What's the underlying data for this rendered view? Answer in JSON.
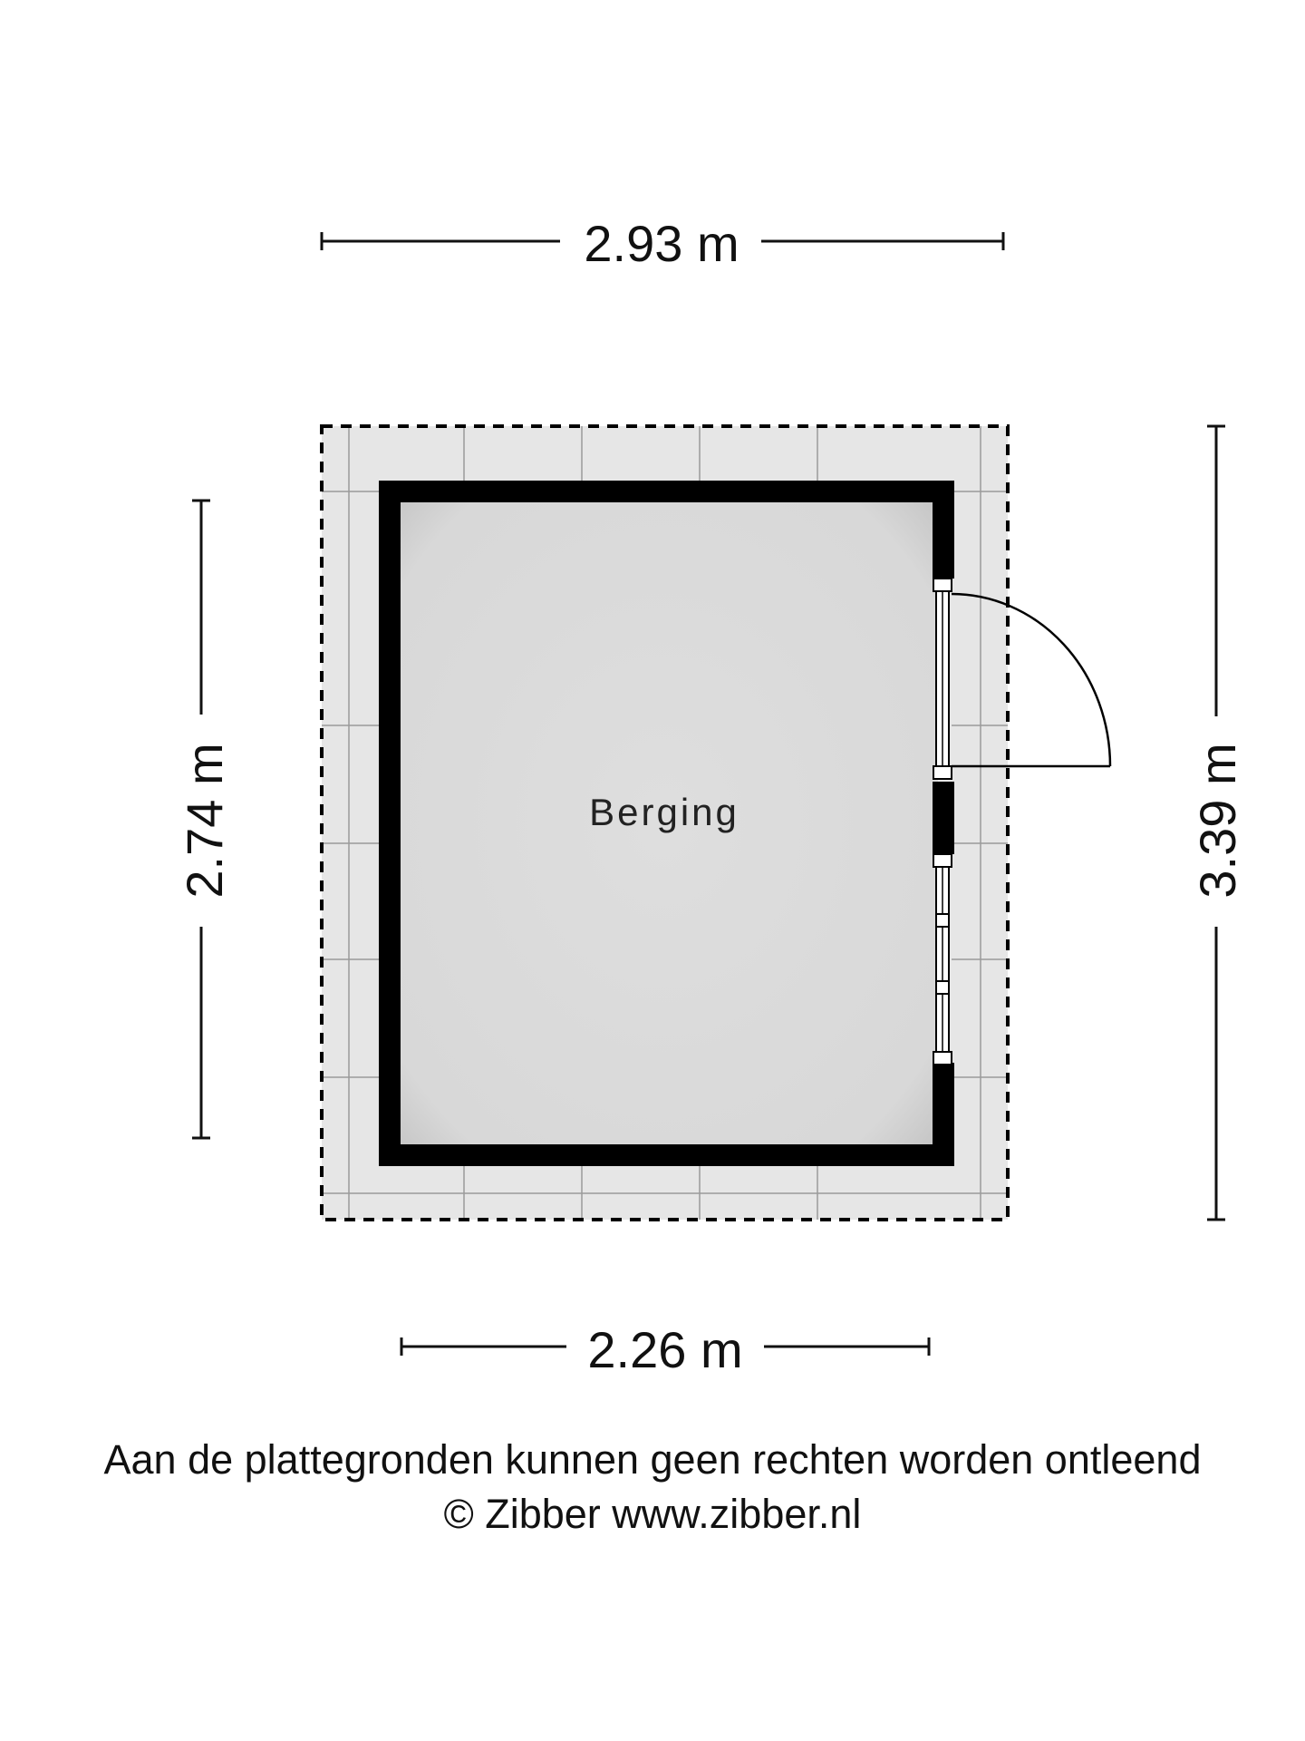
{
  "dimensions": {
    "top_width": "2.93 m",
    "bottom_width": "2.26 m",
    "left_height": "2.74 m",
    "right_height": "3.39 m"
  },
  "room": {
    "name": "Berging"
  },
  "footer": {
    "disclaimer": "Aan de plattegronden kunnen geen rechten worden ontleend",
    "copyright": "© Zibber www.zibber.nl"
  },
  "colors": {
    "wall": "#000000",
    "room_fill": "#dcdcdc",
    "terrace_fill": "#e6e6e6",
    "grid_line": "#9a9a9a",
    "dimension_line": "#111111"
  }
}
